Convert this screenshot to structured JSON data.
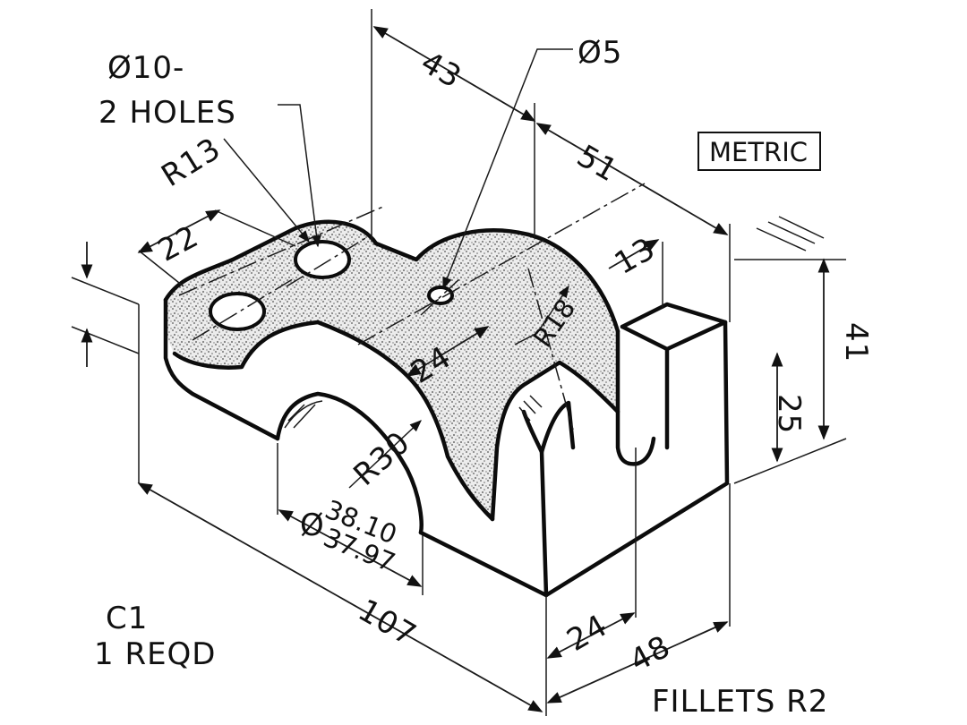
{
  "drawing": {
    "hole_note_line1": "Ø10-",
    "hole_note_line2": "2 HOLES",
    "small_hole": "Ø5",
    "units_tag": "METRIC",
    "part_id": "C1",
    "quantity": "1 REQD",
    "fillets": "FILLETS R2",
    "bore_upper": "38.10",
    "bore_lower": "37.97",
    "dimensions": {
      "d43": "43",
      "d51": "51",
      "d22": "22",
      "r13": "R13",
      "d13": "13",
      "d41": "41",
      "d25": "25",
      "d24_top": "24",
      "r18": "R18",
      "r30": "R30",
      "d107": "107",
      "d24_bottom": "24",
      "d48": "48"
    }
  }
}
